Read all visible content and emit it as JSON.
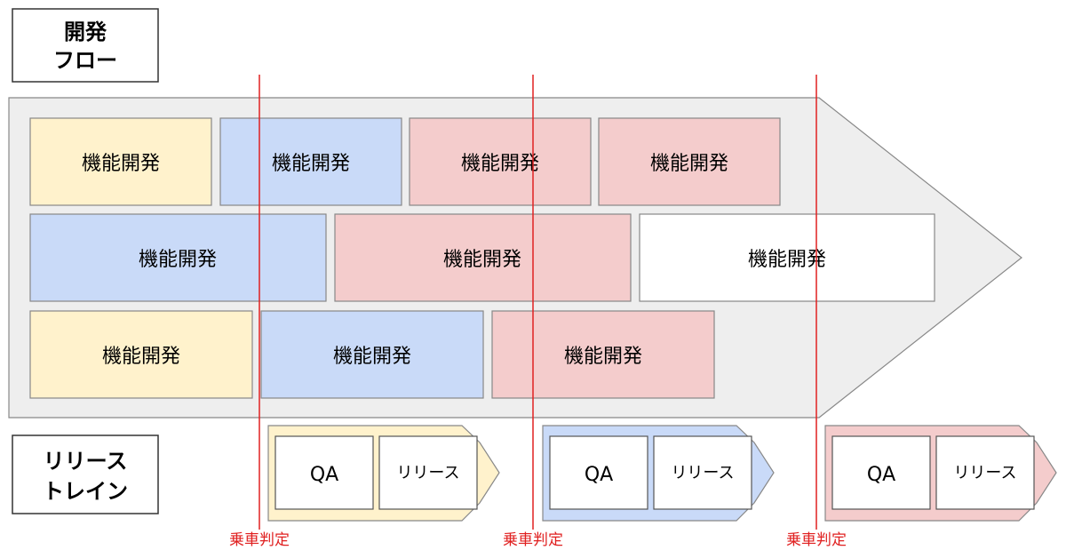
{
  "dev_flow_label": [
    "開発",
    "フロー"
  ],
  "release_train_label": [
    "リリース",
    "トレイン"
  ],
  "feature_label": "機能開発",
  "qa_label": "QA",
  "release_label": "リリース",
  "boarding_decision_label": "乗車判定",
  "colors": {
    "yellow": "#fff2cc",
    "blue": "#c9daf8",
    "pink": "#f4cccc",
    "white": "#ffffff",
    "arrow_fill": "#eeeeee",
    "decision_line": "#e02020"
  },
  "feature_rows": [
    [
      "yellow",
      "blue",
      "pink",
      "pink"
    ],
    [
      "blue",
      "pink",
      "white"
    ],
    [
      "yellow",
      "blue",
      "pink"
    ]
  ],
  "trains": [
    "yellow",
    "blue",
    "pink"
  ]
}
